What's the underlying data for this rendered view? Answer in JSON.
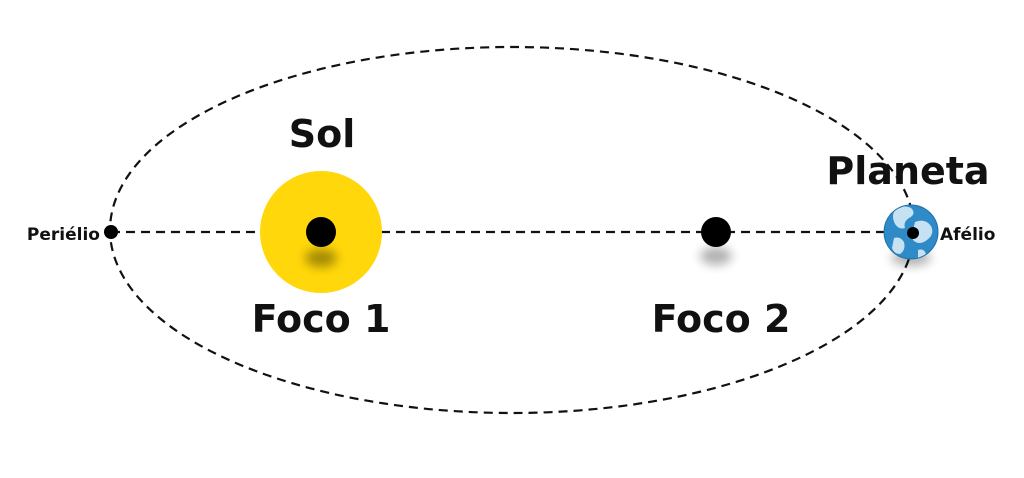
{
  "labels": {
    "sun": "Sol",
    "planet": "Planeta",
    "focus1": "Foco 1",
    "focus2": "Foco 2",
    "perihelion": "Periélio",
    "aphelion": "Afélio"
  },
  "colors": {
    "sun": "#FFD70A",
    "planet_ocean": "#2E8BC8",
    "planet_land": "#D8ECF7",
    "orbit": "#111111",
    "focus": "#000000"
  },
  "icons": {
    "sun": "sun-icon",
    "planet": "earth-globe-icon"
  }
}
